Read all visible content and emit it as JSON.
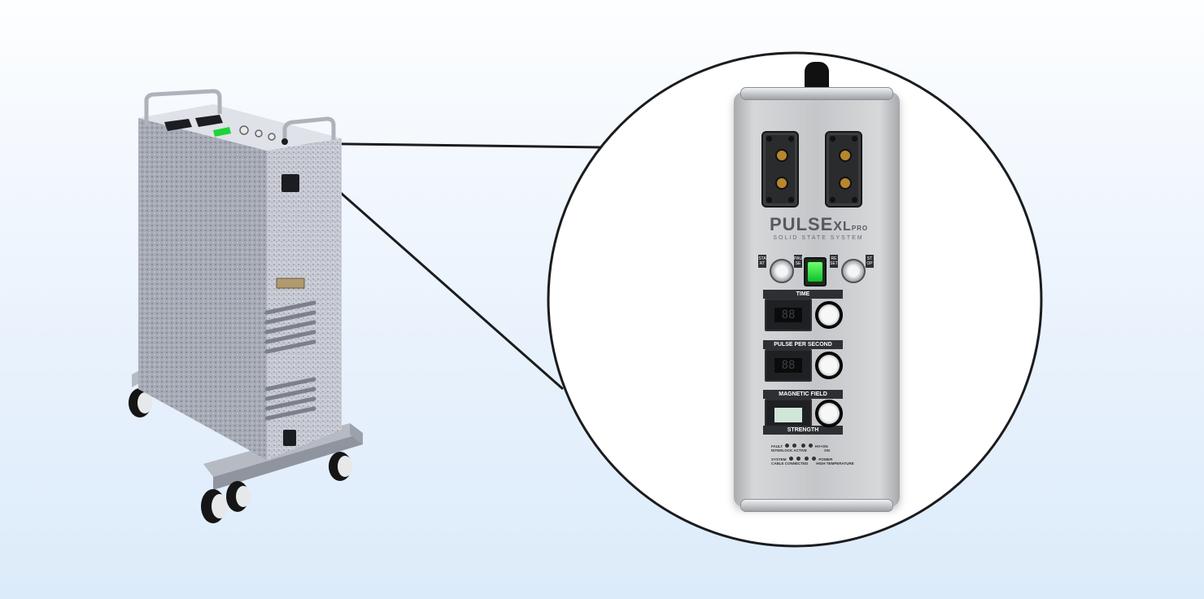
{
  "panel": {
    "brand_name": "PULSE",
    "brand_suffix": "XL",
    "brand_model": "PRO",
    "brand_subtitle": "SOLID STATE SYSTEM",
    "left_button_labels": [
      "START",
      "PAUSE"
    ],
    "right_button_labels": [
      "RESET",
      "STOP"
    ],
    "controls": [
      {
        "label": "TIME",
        "display": "88"
      },
      {
        "label": "PULSE PER SECOND",
        "display": "88"
      },
      {
        "label": "MAGNETIC FIELD",
        "sublabel": "STRENGTH"
      }
    ],
    "indicators": {
      "row1_left": [
        "FAULT",
        "INTERLOCK ACTIVE"
      ],
      "row1_right": [
        "HV+ON",
        "ON"
      ],
      "row2_left": [
        "SYSTEM",
        "CABLE CONNECTED"
      ],
      "row2_right": [
        "POWER",
        "HIGH TEMPERATURE"
      ]
    }
  },
  "colors": {
    "background_top": "#fdfeff",
    "background_bottom": "#dcebfa",
    "cabinet": "#c9ccd4",
    "green_switch": "#1ed33a",
    "label_dark": "#2d2f33"
  }
}
